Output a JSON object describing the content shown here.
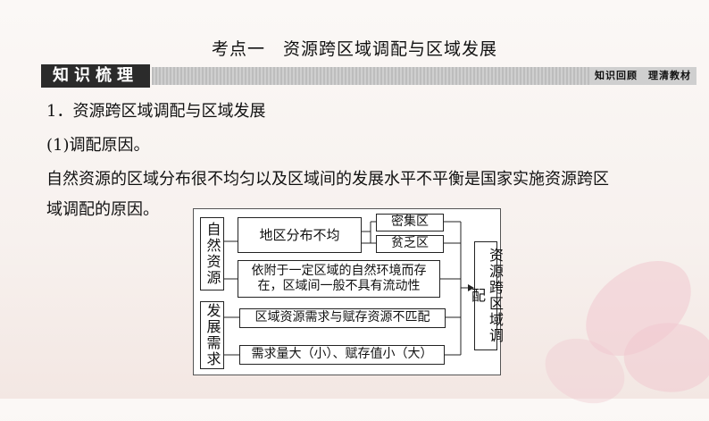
{
  "title": "考点一　资源跨区域调配与区域发展",
  "banner": {
    "tag": "知识梳理",
    "subtitle": "知识回顾　理清教材"
  },
  "content": {
    "heading": "1．资源跨区域调配与区域发展",
    "subheading": "(1)调配原因。",
    "para_line1": "自然资源的区域分布很不均匀以及区域间的发展水平不平衡是国家实施资源跨区",
    "para_line2": "域调配的原因。"
  },
  "diagram": {
    "left_top": "自然资源",
    "left_bottom": "发展需求",
    "uneven": "地区分布不均",
    "dense": "密集区",
    "poor": "贫乏区",
    "depend_line1": "依附于一定区域的自然环境而存",
    "depend_line2": "在，区域间一般不具有流动性",
    "mismatch": "区域资源需求与赋存资源不匹配",
    "demand": "需求量大（小）、赋存值小（大）",
    "result": "资源跨区域调配"
  }
}
